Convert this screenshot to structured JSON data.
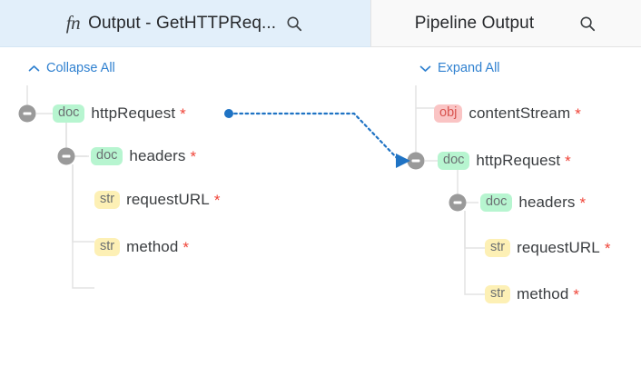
{
  "window": {
    "background": "#ffffff"
  },
  "colors": {
    "header_left_bg": "#e2effa",
    "header_right_bg": "#f9f9f9",
    "link_blue": "#3081d0",
    "connector_blue": "#1f73c4",
    "required_red": "#f04438",
    "badge_doc_bg": "#b7f5d0",
    "badge_str_bg": "#fdf0b5",
    "badge_obj_bg": "#fac4c4",
    "badge_obj_text": "#d8524e",
    "toggle_gray": "#9a9a9a",
    "tree_line": "#e4e4e4"
  },
  "left_panel": {
    "header": {
      "fn_icon_label": "fn",
      "title": "Output - GetHTTPReq...",
      "search_icon": "search-icon"
    },
    "toggle_all": {
      "label": "Collapse All",
      "chevron": "chevron-up-icon"
    },
    "nodes": [
      {
        "type": "doc",
        "name": "httpRequest",
        "required": "*",
        "expandable": true,
        "depth": 0
      },
      {
        "type": "doc",
        "name": "headers",
        "required": "*",
        "expandable": true,
        "depth": 1
      },
      {
        "type": "str",
        "name": "requestURL",
        "required": "*",
        "expandable": false,
        "depth": 2
      },
      {
        "type": "str",
        "name": "method",
        "required": "*",
        "expandable": false,
        "depth": 2
      }
    ]
  },
  "right_panel": {
    "header": {
      "title": "Pipeline Output",
      "search_icon": "search-icon"
    },
    "toggle_all": {
      "label": "Expand All",
      "chevron": "chevron-down-icon"
    },
    "nodes": [
      {
        "type": "obj",
        "name": "contentStream",
        "required": "*",
        "expandable": false,
        "depth": 0
      },
      {
        "type": "doc",
        "name": "httpRequest",
        "required": "*",
        "expandable": true,
        "depth": 0
      },
      {
        "type": "doc",
        "name": "headers",
        "required": "*",
        "expandable": true,
        "depth": 1
      },
      {
        "type": "str",
        "name": "requestURL",
        "required": "*",
        "expandable": false,
        "depth": 2
      },
      {
        "type": "str",
        "name": "method",
        "required": "*",
        "expandable": false,
        "depth": 2
      }
    ]
  },
  "mapping_link": {
    "from_node": "httpRequest",
    "to_node": "httpRequest",
    "style": "dotted",
    "color": "#1f73c4",
    "has_arrow_head": true
  },
  "scroll_up_button": {
    "icon": "arrow-up-icon"
  }
}
